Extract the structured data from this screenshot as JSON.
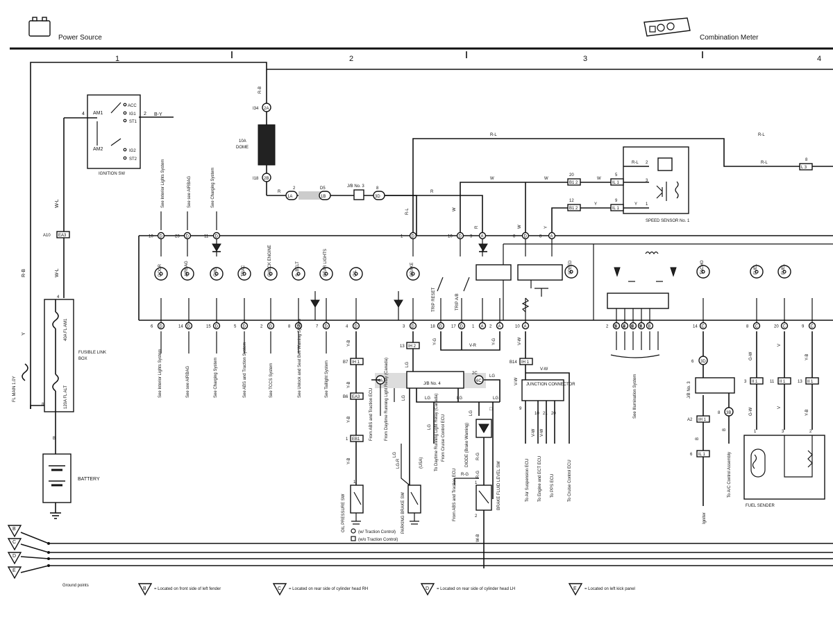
{
  "header": {
    "power_source": "Power Source",
    "combination_meter": "Combination Meter",
    "columns": [
      "1",
      "2",
      "3",
      "4"
    ]
  },
  "left": {
    "ignition_sw": "IGNITION SW",
    "am1": "AM1",
    "am2": "AM2",
    "acc": "ACC",
    "ig1": "IG1",
    "st1": "ST1",
    "ig2": "IG2",
    "st2": "ST2",
    "pin4": "4",
    "pin2": "2",
    "by": "B-Y",
    "wl_top": "W-L",
    "wl_bot": "W-L",
    "a10": "A10",
    "ea3": "EA3",
    "rb": "R-B",
    "y": "Y",
    "fl_main": "FL MAIN 1.0Y",
    "fusible": "FUSIBLE LINK",
    "box": "BOX",
    "fl_am1": "40A FL AM1",
    "fl_alt": "120A FL ALT",
    "pin4b": "4",
    "pin8": "8",
    "b_wire": "B",
    "battery": "BATTERY"
  },
  "dome": {
    "rb": "R-B",
    "i34": "I34",
    "c2a": "2A",
    "fuse": "10A",
    "fuse2": "DOME",
    "i18": "I18",
    "c2b": "2B",
    "r1": "R",
    "n2": "2",
    "n1a": "1A",
    "n1b": "1B",
    "d5": "D5",
    "jb3": "J/B No. 3",
    "n8": "8",
    "n3d": "3D",
    "r2": "R"
  },
  "top_right": {
    "rl1": "R-L",
    "rl2": "R-L",
    "rl3": "R-L",
    "rl4": "R-L",
    "l3": "L 3",
    "n8": "8",
    "w1": "W",
    "w2": "W",
    "w3": "W",
    "y1": "Y",
    "y2": "Y",
    "n20": "20",
    "b12a": "B1 2",
    "n5": "5",
    "il1": "IL 1",
    "n12": "12",
    "b12b": "B1 2",
    "n9": "9",
    "il1b": "IL 1",
    "n2": "2",
    "n3": "3",
    "n1": "1",
    "speed_sensor": "SPEED SENSOR No. 1",
    "rl_v": "R-L",
    "w_v": "W",
    "r_v": "R",
    "w_v2": "W",
    "y_v": "Y"
  },
  "meter_top_pins": [
    {
      "n": "10",
      "c": "D"
    },
    {
      "n": "23",
      "c": "D"
    },
    {
      "n": "11",
      "c": "D"
    },
    {
      "n": "1",
      "c": "D"
    },
    {
      "n": "10",
      "c": "D"
    },
    {
      "n": "3",
      "c": "A"
    },
    {
      "n": "8",
      "c": "D"
    },
    {
      "n": "8",
      "c": "A"
    }
  ],
  "top_refs": [
    "See Interior Lights System",
    "See see AIRBAG",
    "See Charging System"
  ],
  "gauges": [
    "DOOR",
    "AIRBAG",
    "CHG",
    "TRAC",
    "CHECK ENGINE",
    "S. BELT",
    "REAR LIGHTS",
    "OIL",
    "BRAKE",
    "SPEED",
    "TACHO",
    "FUEL",
    "FUEL"
  ],
  "trip": {
    "reset": "TRIP RESET",
    "ab": "TRIP A/B"
  },
  "meter_bottom_pins": [
    {
      "n": "6",
      "c": "D"
    },
    {
      "n": "14",
      "c": "D"
    },
    {
      "n": "15",
      "c": "D"
    },
    {
      "n": "5",
      "c": "D"
    },
    {
      "n": "2",
      "c": "D"
    },
    {
      "n": "8",
      "c": "D"
    },
    {
      "n": "7",
      "c": "D"
    },
    {
      "n": "4",
      "c": "D"
    },
    {
      "n": "3",
      "c": "D"
    },
    {
      "n": "18",
      "c": "D"
    },
    {
      "n": "17",
      "c": "D"
    },
    {
      "n": "1",
      "c": "A"
    },
    {
      "n": "2",
      "c": "A"
    },
    {
      "n": "10",
      "c": "A"
    },
    {
      "n": "2",
      "c": "B"
    },
    {
      "n": "5",
      "c": "B"
    },
    {
      "n": "4",
      "c": "B"
    },
    {
      "n": "6",
      "c": "B"
    },
    {
      "n": "9",
      "c": "B"
    },
    {
      "n": "14",
      "c": "C"
    },
    {
      "n": "8",
      "c": "C"
    },
    {
      "n": "20",
      "c": "C"
    },
    {
      "n": "9",
      "c": "C"
    }
  ],
  "bottom_refs": [
    "See Interior Lights System",
    "See see AIRBAG",
    "See Charging System",
    "See ABS and Traction System",
    "See TCCS System",
    "See Unlock and Seat Belt Warning System",
    "See Taillight System",
    "See Illumination System"
  ],
  "lower": {
    "yb1": "Y-B",
    "b7": "B7",
    "ih1": "IH 1",
    "yb2": "Y-B",
    "b6": "B6",
    "ea3": "EA3",
    "yb3": "Y-B",
    "n1": "1",
    "eb1": "EB1",
    "yb4": "Y-B",
    "n1b": "1",
    "oil_sw": "OIL PRESSURE SW",
    "c4a": "4A",
    "c6c": "6C",
    "c2c": "2C",
    "jb4": "J/B No. 4",
    "n13": "13",
    "ih2": "IH 2",
    "lg1": "LG",
    "lg2": "LG",
    "lg3": "LG",
    "lg4": "LG",
    "lg5": "LG",
    "lg6": "LG",
    "lg7": "LG",
    "lg8": "LG",
    "lgr": "LG-R",
    "rg1": "R-G",
    "rg2": "R-G",
    "rg3": "R-G",
    "from_abs": "From ABS and Traction ECU",
    "from_drl": "From Daytime Running Light Relay (Canada)",
    "to_drl": "To Daytime Running Light Relay (Canada)",
    "from_cruise": "From Cruise Control ECU",
    "usa": "(USA)",
    "parking_sw": "PARKING BRAKE SW",
    "diode": "DIODE (Brake Warning)",
    "from_abs2": "From ABS and Traction ECU",
    "brake_fluid": "BRAKE FLUID LEVEL SW",
    "n1c": "1",
    "n2c": "2",
    "n1d": "1",
    "vr": "V-R",
    "yg1": "Y-G",
    "yg2": "Y-G",
    "vw1": "V-W",
    "vw2": "V-W",
    "vw3": "V-W",
    "vw4": "V-W",
    "vw5": "V-W",
    "b14": "B14",
    "ih1b": "IH 1",
    "junction": "JUNCTION CONNECTOR",
    "n9": "9",
    "n10": "10",
    "n21": "21",
    "n20": "20",
    "to_air": "To Air Suspension ECU",
    "to_engine": "To Engine and ECT ECU",
    "to_pps": "To PPS ECU",
    "to_cruise": "To Cruise Control ECU",
    "legend_a": "(w/ Traction Control)",
    "legend_b": "(w/o Traction Control)",
    "wb": "W-B",
    "igniter_pin": "6",
    "c3d": "3D",
    "jb3": "J/B No. 3",
    "n8": "8",
    "c3b": "3B",
    "a2": "A2",
    "ih1c": "IH 1",
    "n6": "6",
    "il1": "IL 1",
    "igniter": "Igniter",
    "to_ac": "To A/C Control Assembly",
    "b1": "B",
    "b2": "B",
    "gw1": "G-W",
    "gw2": "G-W",
    "v1": "V",
    "v2": "V",
    "yb5": "Y-B",
    "yb6": "Y-B",
    "n3": "3",
    "ii1": "II 1",
    "n11": "11",
    "ii2": "II 1",
    "n13b": "13",
    "ii3": "II 1",
    "fs1": "1",
    "fs3": "3",
    "fs2": "2",
    "fuel_sender": "FUEL SENDER",
    "square": "□"
  },
  "ground": {
    "label": "Ground points",
    "letters": [
      "B",
      "C",
      "D",
      "E"
    ],
    "items": [
      {
        "letter": "B",
        "text": "= Located on front side of left fender"
      },
      {
        "letter": "C",
        "text": "= Located on rear side of cylinder head RH"
      },
      {
        "letter": "D",
        "text": "= Located on rear side of cylinder head LH"
      },
      {
        "letter": "E",
        "text": "= Located on left kick panel"
      }
    ]
  }
}
